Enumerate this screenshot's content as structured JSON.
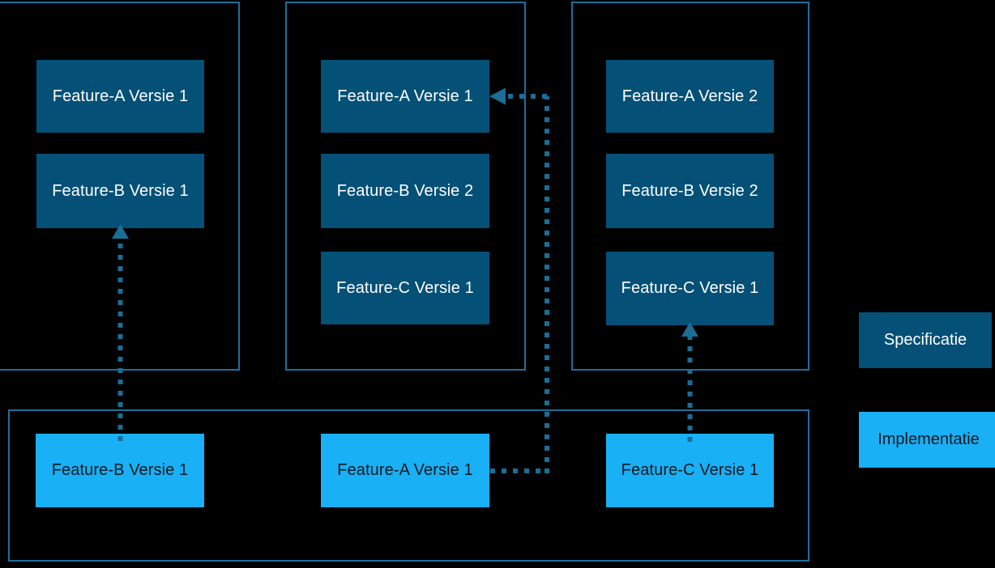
{
  "diagram": {
    "title": "",
    "background": "#000000",
    "colors": {
      "specification_fill": "#045077",
      "specification_text": "#FFFFFF",
      "implementation_fill": "#19B0F5",
      "implementation_text": "#101820",
      "panel_border": "#1F6F9B",
      "connector": "#1B6E96"
    }
  },
  "panels": {
    "spec_group_1": {
      "label": ""
    },
    "spec_group_2": {
      "label": ""
    },
    "spec_group_3": {
      "label": ""
    },
    "impl_group": {
      "label": ""
    }
  },
  "spec_column_1": {
    "boxes": [
      {
        "label": "Feature-A Versie 1"
      },
      {
        "label": "Feature-B Versie 1"
      }
    ]
  },
  "spec_column_2": {
    "boxes": [
      {
        "label": "Feature-A Versie 1"
      },
      {
        "label": "Feature-B Versie 2"
      },
      {
        "label": "Feature-C Versie 1"
      }
    ]
  },
  "spec_column_3": {
    "boxes": [
      {
        "label": "Feature-A Versie 2"
      },
      {
        "label": "Feature-B Versie 2"
      },
      {
        "label": "Feature-C Versie 1"
      }
    ]
  },
  "impl_row": {
    "boxes": [
      {
        "label": "Feature-B Versie 1"
      },
      {
        "label": "Feature-A Versie 1"
      },
      {
        "label": "Feature-C Versie 1"
      }
    ]
  },
  "legend": {
    "items": [
      {
        "label": "Specificatie",
        "kind": "spec"
      },
      {
        "label": "Implementatie",
        "kind": "impl"
      }
    ]
  },
  "connectors": [
    {
      "name": "impl-feature-b-to-spec-feature-b-v1",
      "style": "dotted",
      "arrowhead": "up"
    },
    {
      "name": "impl-feature-a-to-spec-feature-a-v1",
      "style": "dotted",
      "arrowhead": "left"
    },
    {
      "name": "impl-feature-c-to-spec-feature-c-v1",
      "style": "dotted",
      "arrowhead": "up"
    }
  ]
}
